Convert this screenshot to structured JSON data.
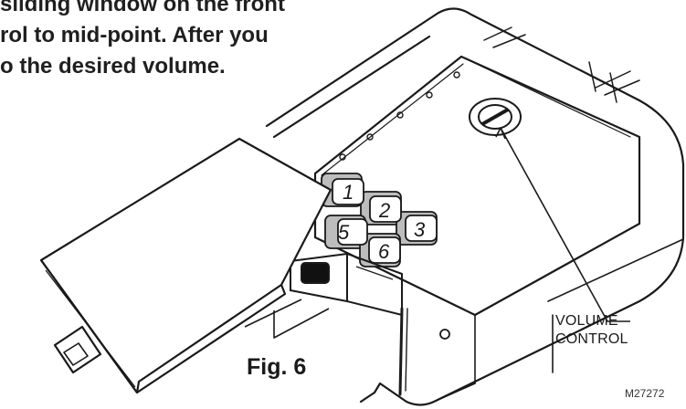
{
  "instructions": {
    "line1": "sliding window on  the front",
    "line2": "rol to mid-point. After you",
    "line3": "o the desired volume."
  },
  "figure": {
    "keys": [
      "1",
      "2",
      "3",
      "5",
      "6"
    ],
    "callout_line1": "VOLUME",
    "callout_line2": "CONTROL",
    "caption": "Fig. 6",
    "code": "M27272"
  }
}
